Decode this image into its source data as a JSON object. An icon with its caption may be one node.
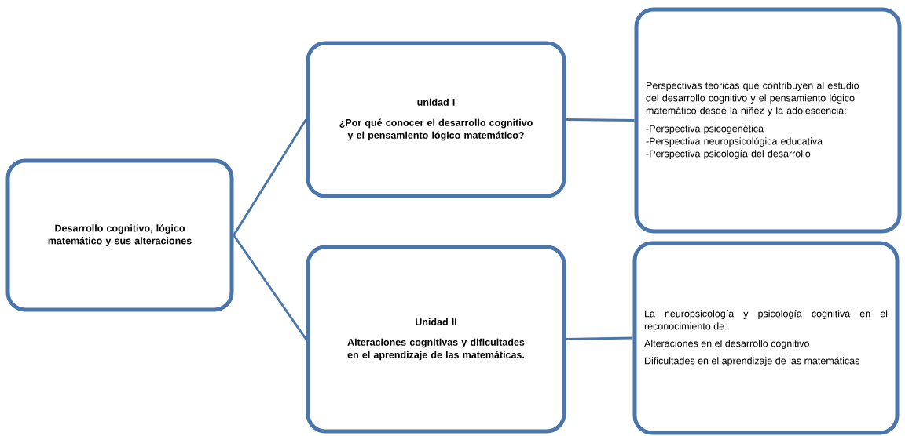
{
  "diagram": {
    "nodes": [
      {
        "text": [
          "Desarrollo cognitivo, lógico matemático y sus alteraciones"
        ]
      },
      {
        "text": [
          "unidad I",
          "¿Por qué conocer el desarrollo cognitivo y el pensamiento lógico matemático?"
        ]
      },
      {
        "text": [
          "Perspectivas teóricas que contribuyen al estudio del desarrollo cognitivo y el pensamiento lógico matemático desde la niñez y la adolescencia:",
          "-Perspectiva psicogenética",
          "-Perspectiva neuropsicológica educativa",
          "-Perspectiva psicología del desarrollo"
        ]
      },
      {
        "text": [
          "Unidad II",
          "Alteraciones cognitivas y dificultades en el aprendizaje de las matemáticas."
        ]
      },
      {
        "text": [
          "La neuropsicología y psicología cognitiva en el reconocimiento de:",
          "Alteraciones en el desarrollo cognitivo",
          "Dificultades en el aprendizaje de las matemáticas"
        ]
      }
    ],
    "edges": [
      {
        "from": 0,
        "to": 1,
        "arrow": "none"
      },
      {
        "from": 0,
        "to": 3,
        "arrow": "none"
      },
      {
        "from": 1,
        "to": 2,
        "arrow": "none"
      },
      {
        "from": 3,
        "to": 4,
        "arrow": "none"
      }
    ]
  }
}
